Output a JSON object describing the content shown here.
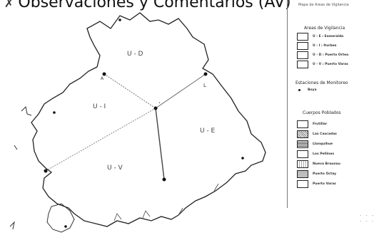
{
  "title": "Observaciones y Comentarios (AV)",
  "map": {
    "zones": [
      "U - D",
      "U - I",
      "U - E",
      "U - V"
    ]
  },
  "legend": {
    "header": "Mapa de Areas de Vigilancia",
    "areas_title": "Areas de Vigilancia",
    "areas": [
      {
        "label": "U - E : Esmeralda"
      },
      {
        "label": "U - I : Iturbes"
      },
      {
        "label": "U - D : Puerto Ortea"
      },
      {
        "label": "U - V : Puerto Varas"
      }
    ],
    "stations_title": "Estaciones de Monitoreo",
    "station_label": "Boya",
    "tiles_title": "Cuerpos Poblados",
    "tiles": [
      {
        "label": "Frutillar"
      },
      {
        "label": "Las Cascadas"
      },
      {
        "label": "Llanquihue"
      },
      {
        "label": "Los Pellines"
      },
      {
        "label": "Nueva Braunau"
      },
      {
        "label": "Puerto Octay"
      },
      {
        "label": "Puerto Varas"
      }
    ]
  }
}
